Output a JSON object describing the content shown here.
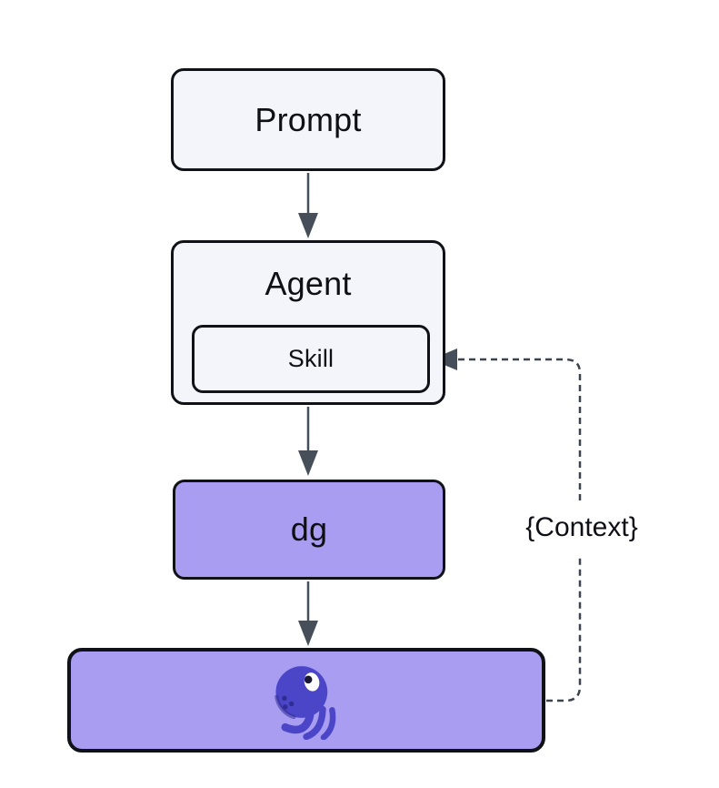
{
  "diagram": {
    "nodes": {
      "prompt": {
        "label": "Prompt"
      },
      "agent": {
        "label": "Agent"
      },
      "skill": {
        "label": "Skill"
      },
      "dg": {
        "label": "dg"
      },
      "octopus": {
        "label": "",
        "icon": "octopus-logo"
      }
    },
    "edges": [
      {
        "from": "prompt",
        "to": "agent",
        "style": "solid-arrow"
      },
      {
        "from": "agent",
        "to": "dg",
        "style": "solid-arrow"
      },
      {
        "from": "dg",
        "to": "octopus",
        "style": "solid-arrow"
      },
      {
        "from": "octopus",
        "to": "skill",
        "style": "dashed-arrow",
        "label": "{Context}"
      }
    ],
    "context_label": "{Context}"
  },
  "colors": {
    "canvas_bg": "#ffffff",
    "node_fill": "#f4f5fb",
    "purple_fill": "#a89df0",
    "border": "#101218",
    "arrow": "#454e59",
    "dashed": "#3d434e",
    "text": "#0f1016",
    "octopus_primary": "#4b46c8",
    "octopus_dark": "#312c94",
    "octopus_eye": "#ffffff",
    "octopus_pupil": "#1a1833"
  }
}
